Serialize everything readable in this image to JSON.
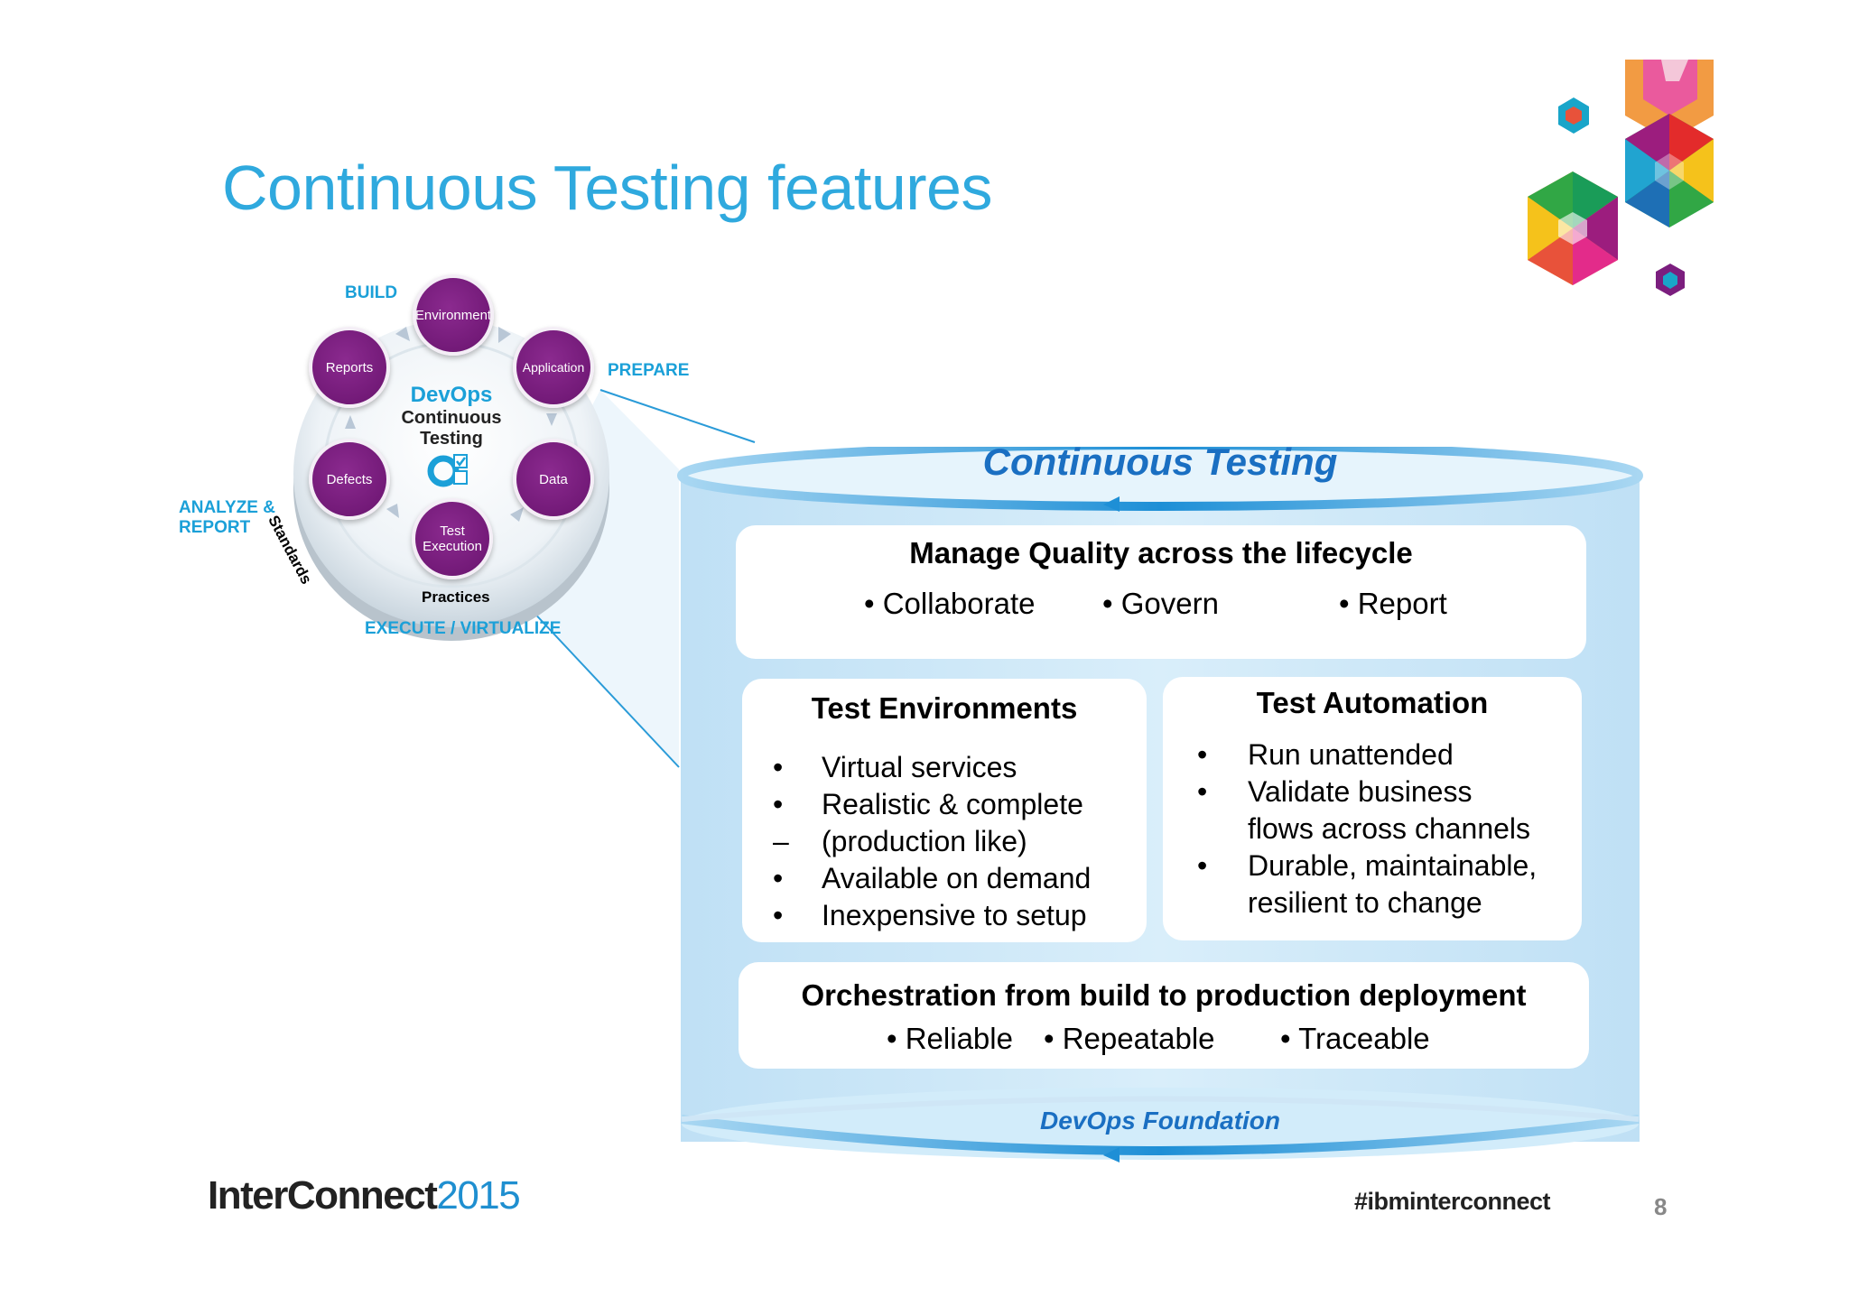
{
  "title": "Continuous Testing features",
  "wheel": {
    "phases": {
      "build": "BUILD",
      "prepare": "PREPARE",
      "analyze": "ANALYZE &",
      "report": "REPORT",
      "execute": "EXECUTE / VIRTUALIZE"
    },
    "nodes": {
      "environment": "Environment",
      "application": "Application",
      "data": "Data",
      "test_execution_1": "Test",
      "test_execution_2": "Execution",
      "defects": "Defects",
      "reports": "Reports"
    },
    "center": {
      "devops": "DevOps",
      "line1": "Continuous",
      "line2": "Testing"
    },
    "rim": {
      "standards": "Standards",
      "practices": "Practices"
    }
  },
  "cylinder": {
    "top_label": "Continuous Testing",
    "bottom_label": "DevOps Foundation",
    "manage": {
      "heading": "Manage Quality across the lifecycle",
      "items": [
        "• Collaborate",
        "•  Govern",
        "• Report"
      ]
    },
    "environments": {
      "heading": "Test Environments",
      "items": [
        {
          "bullet": "•",
          "text": "Virtual services"
        },
        {
          "bullet": "•",
          "text": "Realistic & complete"
        },
        {
          "bullet": "–",
          "text": "(production like)"
        },
        {
          "bullet": "•",
          "text": "Available on demand"
        },
        {
          "bullet": "•",
          "text": "Inexpensive to setup"
        }
      ]
    },
    "automation": {
      "heading": "Test Automation",
      "items": [
        {
          "bullet": "•",
          "text": "Run unattended"
        },
        {
          "bullet": "•",
          "text": "Validate business"
        },
        {
          "bullet": "",
          "text": "flows across channels"
        },
        {
          "bullet": "•",
          "text": "Durable, maintainable,"
        },
        {
          "bullet": "",
          "text": "resilient to change"
        }
      ]
    },
    "orchestration": {
      "heading": "Orchestration from build to production deployment",
      "items": [
        "• Reliable",
        "•  Repeatable",
        "• Traceable"
      ]
    }
  },
  "footer": {
    "brand_main": "InterConnect",
    "brand_year": "2015",
    "hashtag": "#ibminterconnect",
    "page_number": "8"
  },
  "colors": {
    "title": "#2fa9de",
    "node_purple": "#731a78",
    "cylinder_fill": "#cfe9f8",
    "cylinder_rim": "#1e90d6",
    "phase_label": "#1ba0d8"
  }
}
